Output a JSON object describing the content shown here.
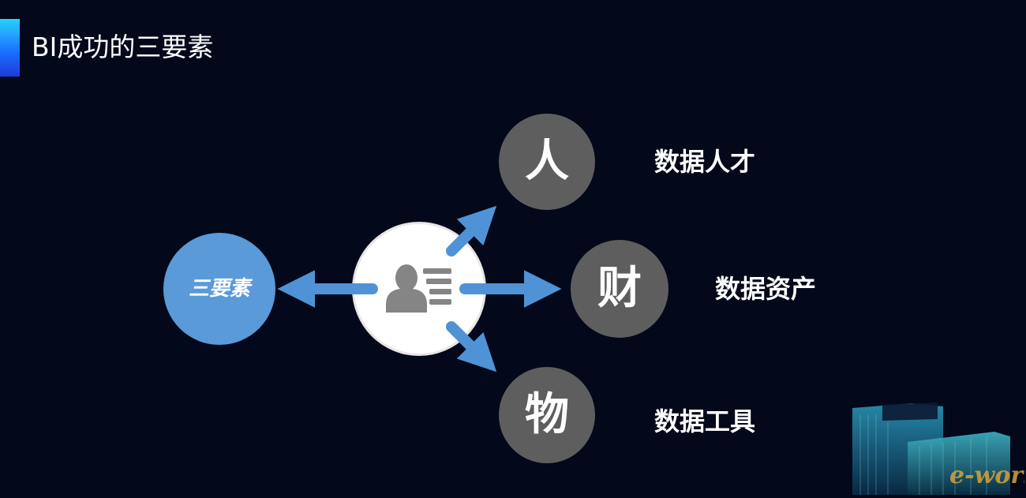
{
  "page": {
    "title": "BI成功的三要素"
  },
  "center": {
    "icon": "user-list-icon"
  },
  "left_node": {
    "label": "三要素"
  },
  "elements": [
    {
      "glyph": "人",
      "label": "数据人才"
    },
    {
      "glyph": "财",
      "label": "数据资产"
    },
    {
      "glyph": "物",
      "label": "数据工具"
    }
  ],
  "watermark": {
    "text": "e-works"
  },
  "colors": {
    "background": "#03081a",
    "circle_gray": "#5e5e5e",
    "arrow_blue": "#4f93d6",
    "left_circle": "#5b9ad8",
    "center_circle": "#ffffff",
    "icon_gray": "#858585"
  }
}
